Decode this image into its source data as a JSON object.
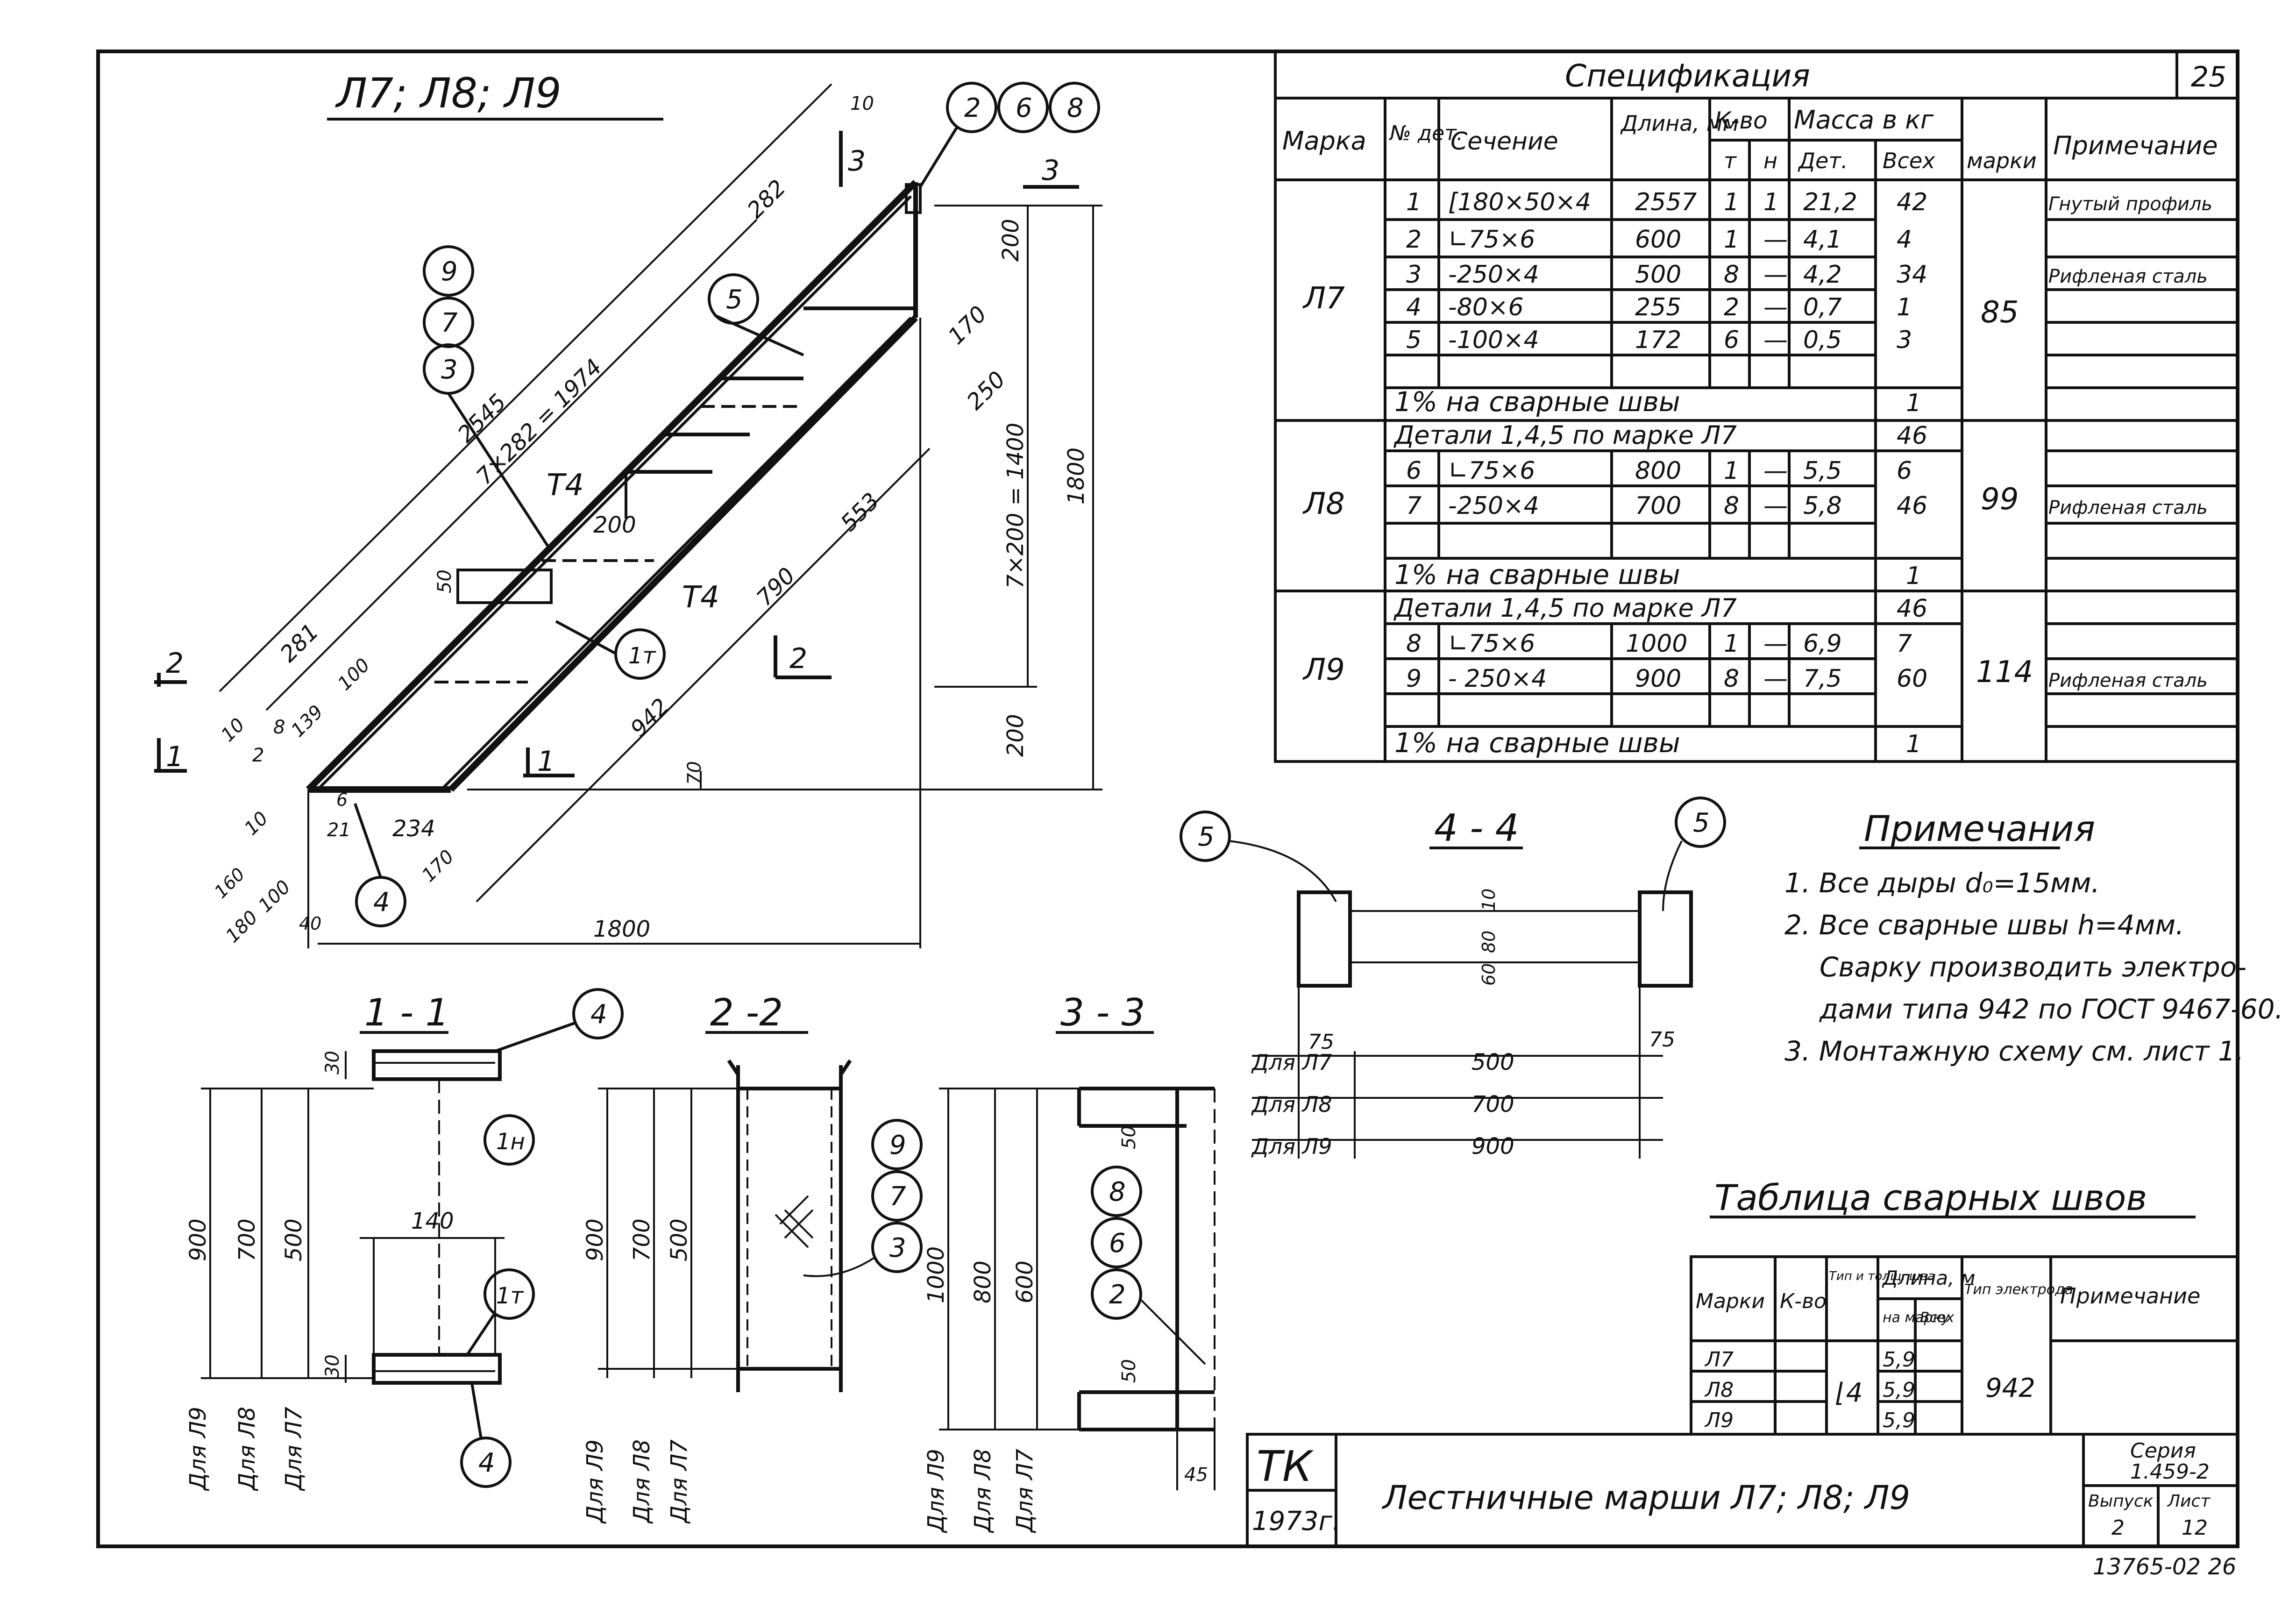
{
  "drawing": {
    "title_main": "Л7; Л8; Л9",
    "sheet_number": "25",
    "stamp": {
      "org": "ТК",
      "year": "1973г.",
      "name": "Лестничные марши  Л7;  Л8;  Л9",
      "series_label": "Серия",
      "series": "1.459-2",
      "issue_label": "Выпуск",
      "issue": "2",
      "sheet_label": "Лист",
      "sheet": "12",
      "archive": "13765-02  26"
    },
    "main_view": {
      "sections": {
        "s1": "1",
        "s2": "2",
        "s3": "3"
      },
      "callouts": [
        "2",
        "6",
        "8",
        "9",
        "7",
        "3",
        "5",
        "4",
        "1т"
      ],
      "dims": {
        "d2545": "2545",
        "d7x282": "7×282 = 1974",
        "d282": "282",
        "d10top": "10",
        "d200a": "200",
        "d170a": "170",
        "d250": "250",
        "d553": "553",
        "d790": "790",
        "d200b": "200",
        "d50": "50",
        "d1800v": "1800",
        "d7x200": "7×200 = 1400",
        "d200c": "200",
        "d70": "70",
        "d281": "281",
        "d100": "100",
        "d942": "942",
        "d10a": "10",
        "d2": "2",
        "d8": "8",
        "d139": "139",
        "d10b": "10",
        "d6": "6",
        "d21": "21",
        "d234": "234",
        "d170b": "170",
        "d160": "160",
        "d100b": "100",
        "d180": "180",
        "d40": "40",
        "d1800h": "1800"
      }
    },
    "spec": {
      "title": "Спецификация",
      "headers": {
        "mark": "Марка",
        "det_no": "№ дет.",
        "section": "Сечение",
        "length": "Длина, мм",
        "qty": "К-во",
        "qty_t": "т",
        "qty_n": "н",
        "mass": "Масса в кг",
        "mass_det": "Дет.",
        "mass_all": "Всех",
        "mass_mark": "марки",
        "note": "Примечание"
      },
      "marks": [
        {
          "mark": "Л7",
          "total": "85",
          "rows": [
            {
              "det": "1",
              "section": "[180×50×4",
              "length": "2557",
              "t": "1",
              "n": "1",
              "m_det": "21,2",
              "m_all": "42",
              "note": "Гнутый профиль"
            },
            {
              "det": "2",
              "section": "∟75×6",
              "length": "600",
              "t": "1",
              "n": "—",
              "m_det": "4,1",
              "m_all": "4",
              "note": ""
            },
            {
              "det": "3",
              "section": "-250×4",
              "length": "500",
              "t": "8",
              "n": "—",
              "m_det": "4,2",
              "m_all": "34",
              "note": "Рифленая сталь"
            },
            {
              "det": "4",
              "section": "-80×6",
              "length": "255",
              "t": "2",
              "n": "—",
              "m_det": "0,7",
              "m_all": "1",
              "note": ""
            },
            {
              "det": "5",
              "section": "-100×4",
              "length": "172",
              "t": "6",
              "n": "—",
              "m_det": "0,5",
              "m_all": "3",
              "note": ""
            }
          ],
          "weld": "1% на сварные  швы",
          "weld_mass": "1"
        },
        {
          "mark": "Л8",
          "total": "99",
          "header_row": "Детали 1,4,5 по марке  Л7",
          "header_mass": "46",
          "rows": [
            {
              "det": "6",
              "section": "∟75×6",
              "length": "800",
              "t": "1",
              "n": "—",
              "m_det": "5,5",
              "m_all": "6",
              "note": ""
            },
            {
              "det": "7",
              "section": "-250×4",
              "length": "700",
              "t": "8",
              "n": "—",
              "m_det": "5,8",
              "m_all": "46",
              "note": "Рифленая сталь"
            }
          ],
          "weld": "1% на сварные  швы",
          "weld_mass": "1"
        },
        {
          "mark": "Л9",
          "total": "114",
          "header_row": "Детали 1,4,5  по марке  Л7",
          "header_mass": "46",
          "rows": [
            {
              "det": "8",
              "section": "∟75×6",
              "length": "1000",
              "t": "1",
              "n": "—",
              "m_det": "6,9",
              "m_all": "7",
              "note": ""
            },
            {
              "det": "9",
              "section": "- 250×4",
              "length": "900",
              "t": "8",
              "n": "—",
              "m_det": "7,5",
              "m_all": "60",
              "note": "Рифленая сталь"
            }
          ],
          "weld": "1% на сварные  швы",
          "weld_mass": "1"
        }
      ]
    },
    "notes": {
      "title": "Примечания",
      "items": [
        "1.  Все дыры   d₀=15мм.",
        "2.  Все сварные  швы  h=4мм.",
        "Сварку  производить электро-",
        "дами  типа  942  по ГОСТ 9467-60.",
        "3.  Монтажную схему см. лист 1."
      ]
    },
    "section_44": {
      "title": "4 - 4",
      "callout_left": "5",
      "callout_right": "5",
      "d10": "10",
      "d80": "80",
      "d60": "60",
      "d75l": "75",
      "d75r": "75",
      "rows": [
        {
          "label": "Для  Л7",
          "value": "500"
        },
        {
          "label": "Для  Л8",
          "value": "700"
        },
        {
          "label": "Для  Л9",
          "value": "900"
        }
      ]
    },
    "section_11": {
      "title": "1 - 1",
      "callout_a": "4",
      "callout_b": "1н",
      "callout_c": "1т",
      "callout_d": "4",
      "d30a": "30",
      "d30b": "30",
      "d140": "140",
      "v900": "900",
      "v700": "700",
      "v500": "500",
      "for_l9": "Для  Л9",
      "for_l8": "Для  Л8",
      "for_l7": "Для  Л7"
    },
    "section_22": {
      "title": "2 -2",
      "callouts": [
        "9",
        "7",
        "3"
      ],
      "v900": "900",
      "v700": "700",
      "v500": "500",
      "for_l9": "Для  Л9",
      "for_l8": "Для  Л8",
      "for_l7": "Для  Л7"
    },
    "section_33": {
      "title": "3 - 3",
      "callouts": [
        "8",
        "6",
        "2"
      ],
      "d50a": "50",
      "d50b": "50",
      "d45": "45",
      "v1000": "1000",
      "v800": "800",
      "v600": "600",
      "for_l9": "Для  Л9",
      "for_l8": "Для  Л8",
      "for_l7": "Для  Л7"
    },
    "weld_table": {
      "title": "Таблица  сварных  швов",
      "headers": {
        "mark": "Марки",
        "qty": "К-во",
        "type": "Тип и толщ. шва",
        "length": "Длина, м",
        "len_mark": "на марку",
        "len_all": "Всех",
        "electrode": "Тип электрода",
        "note": "Примечание"
      },
      "rows": [
        {
          "mark": "Л7",
          "len": "5,9"
        },
        {
          "mark": "Л8",
          "len": "5,9"
        },
        {
          "mark": "Л9",
          "len": "5,9"
        }
      ],
      "weld_type": "⌊4",
      "electrode": "942"
    }
  }
}
